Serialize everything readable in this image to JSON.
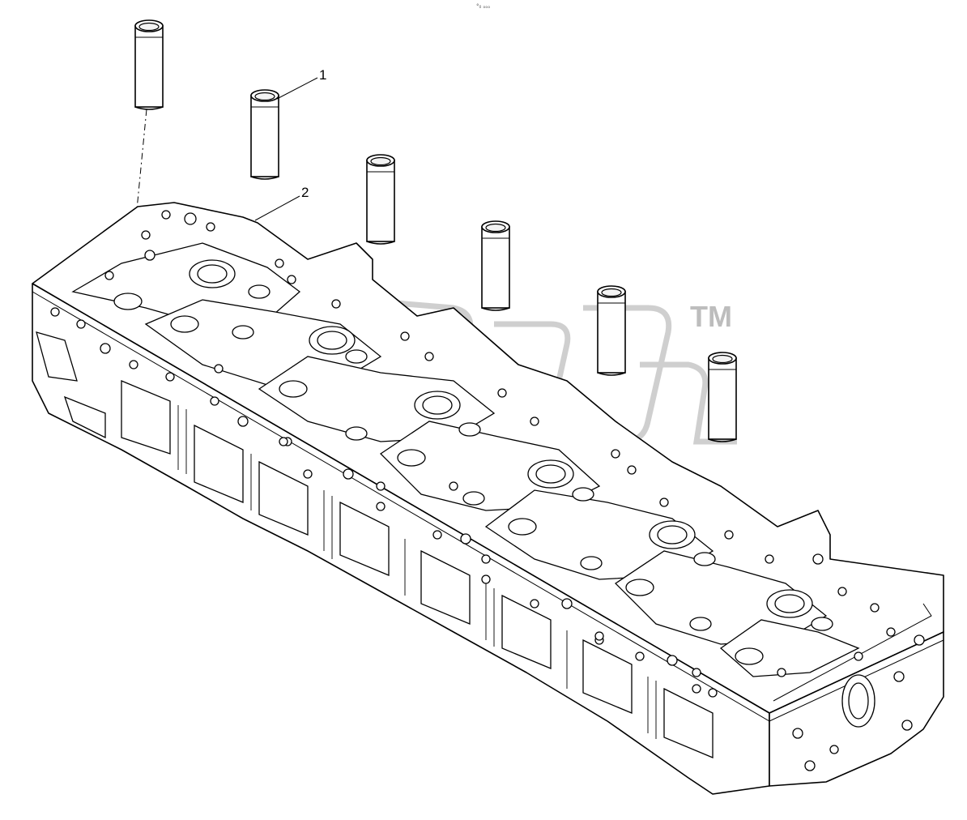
{
  "diagram": {
    "callouts": [
      {
        "number": "1",
        "part": "injector-sleeve"
      },
      {
        "number": "2",
        "part": "cylinder-head"
      }
    ],
    "header_mark": "°₀ ₒₒₒ",
    "watermark": {
      "tm": "TM"
    },
    "colors": {
      "line": "#000000",
      "fill": "#ffffff",
      "watermark": "#c8c8c8"
    }
  }
}
